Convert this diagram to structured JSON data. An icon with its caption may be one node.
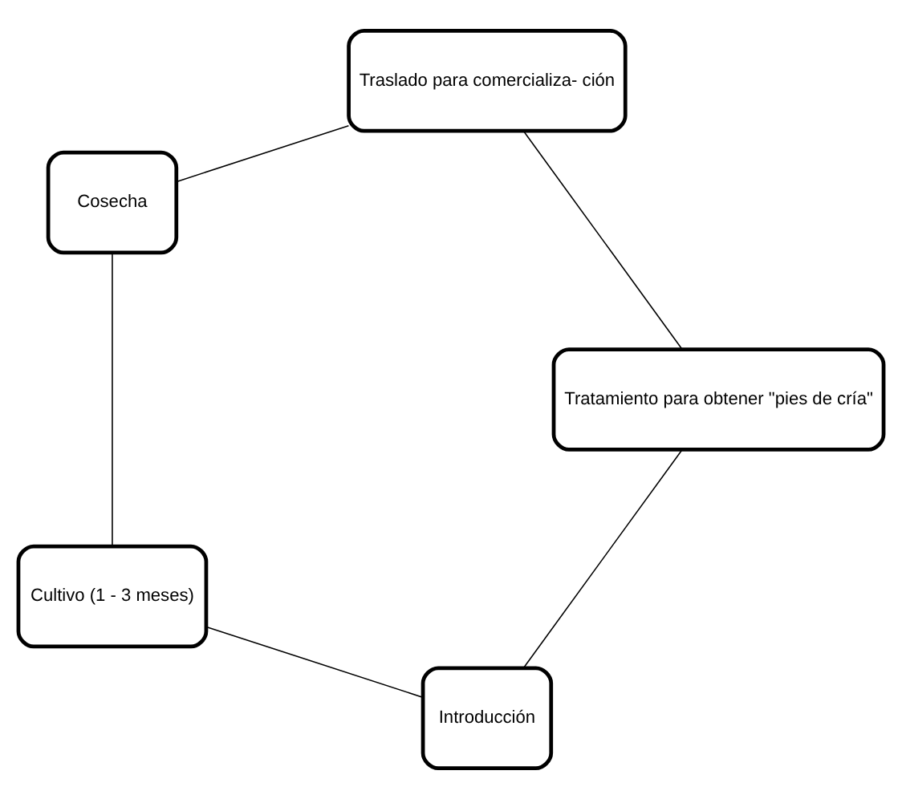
{
  "diagram": {
    "nodes": [
      {
        "text": [
          "Introducción"
        ]
      },
      {
        "text": [
          "Cultivo (1 - 3 meses)"
        ]
      },
      {
        "text": [
          "Cosecha"
        ]
      },
      {
        "text": [
          "Traslado para comercializa- ción"
        ]
      },
      {
        "text": [
          "Tratamiento para obtener \"pies de cría\""
        ]
      }
    ],
    "edges": [
      {
        "from": 0,
        "to": 1,
        "arrow": "none"
      },
      {
        "from": 1,
        "to": 2,
        "arrow": "none"
      },
      {
        "from": 2,
        "to": 3,
        "arrow": "none"
      },
      {
        "from": 3,
        "to": 4,
        "arrow": "none"
      },
      {
        "from": 4,
        "to": 0,
        "arrow": "none"
      }
    ]
  }
}
